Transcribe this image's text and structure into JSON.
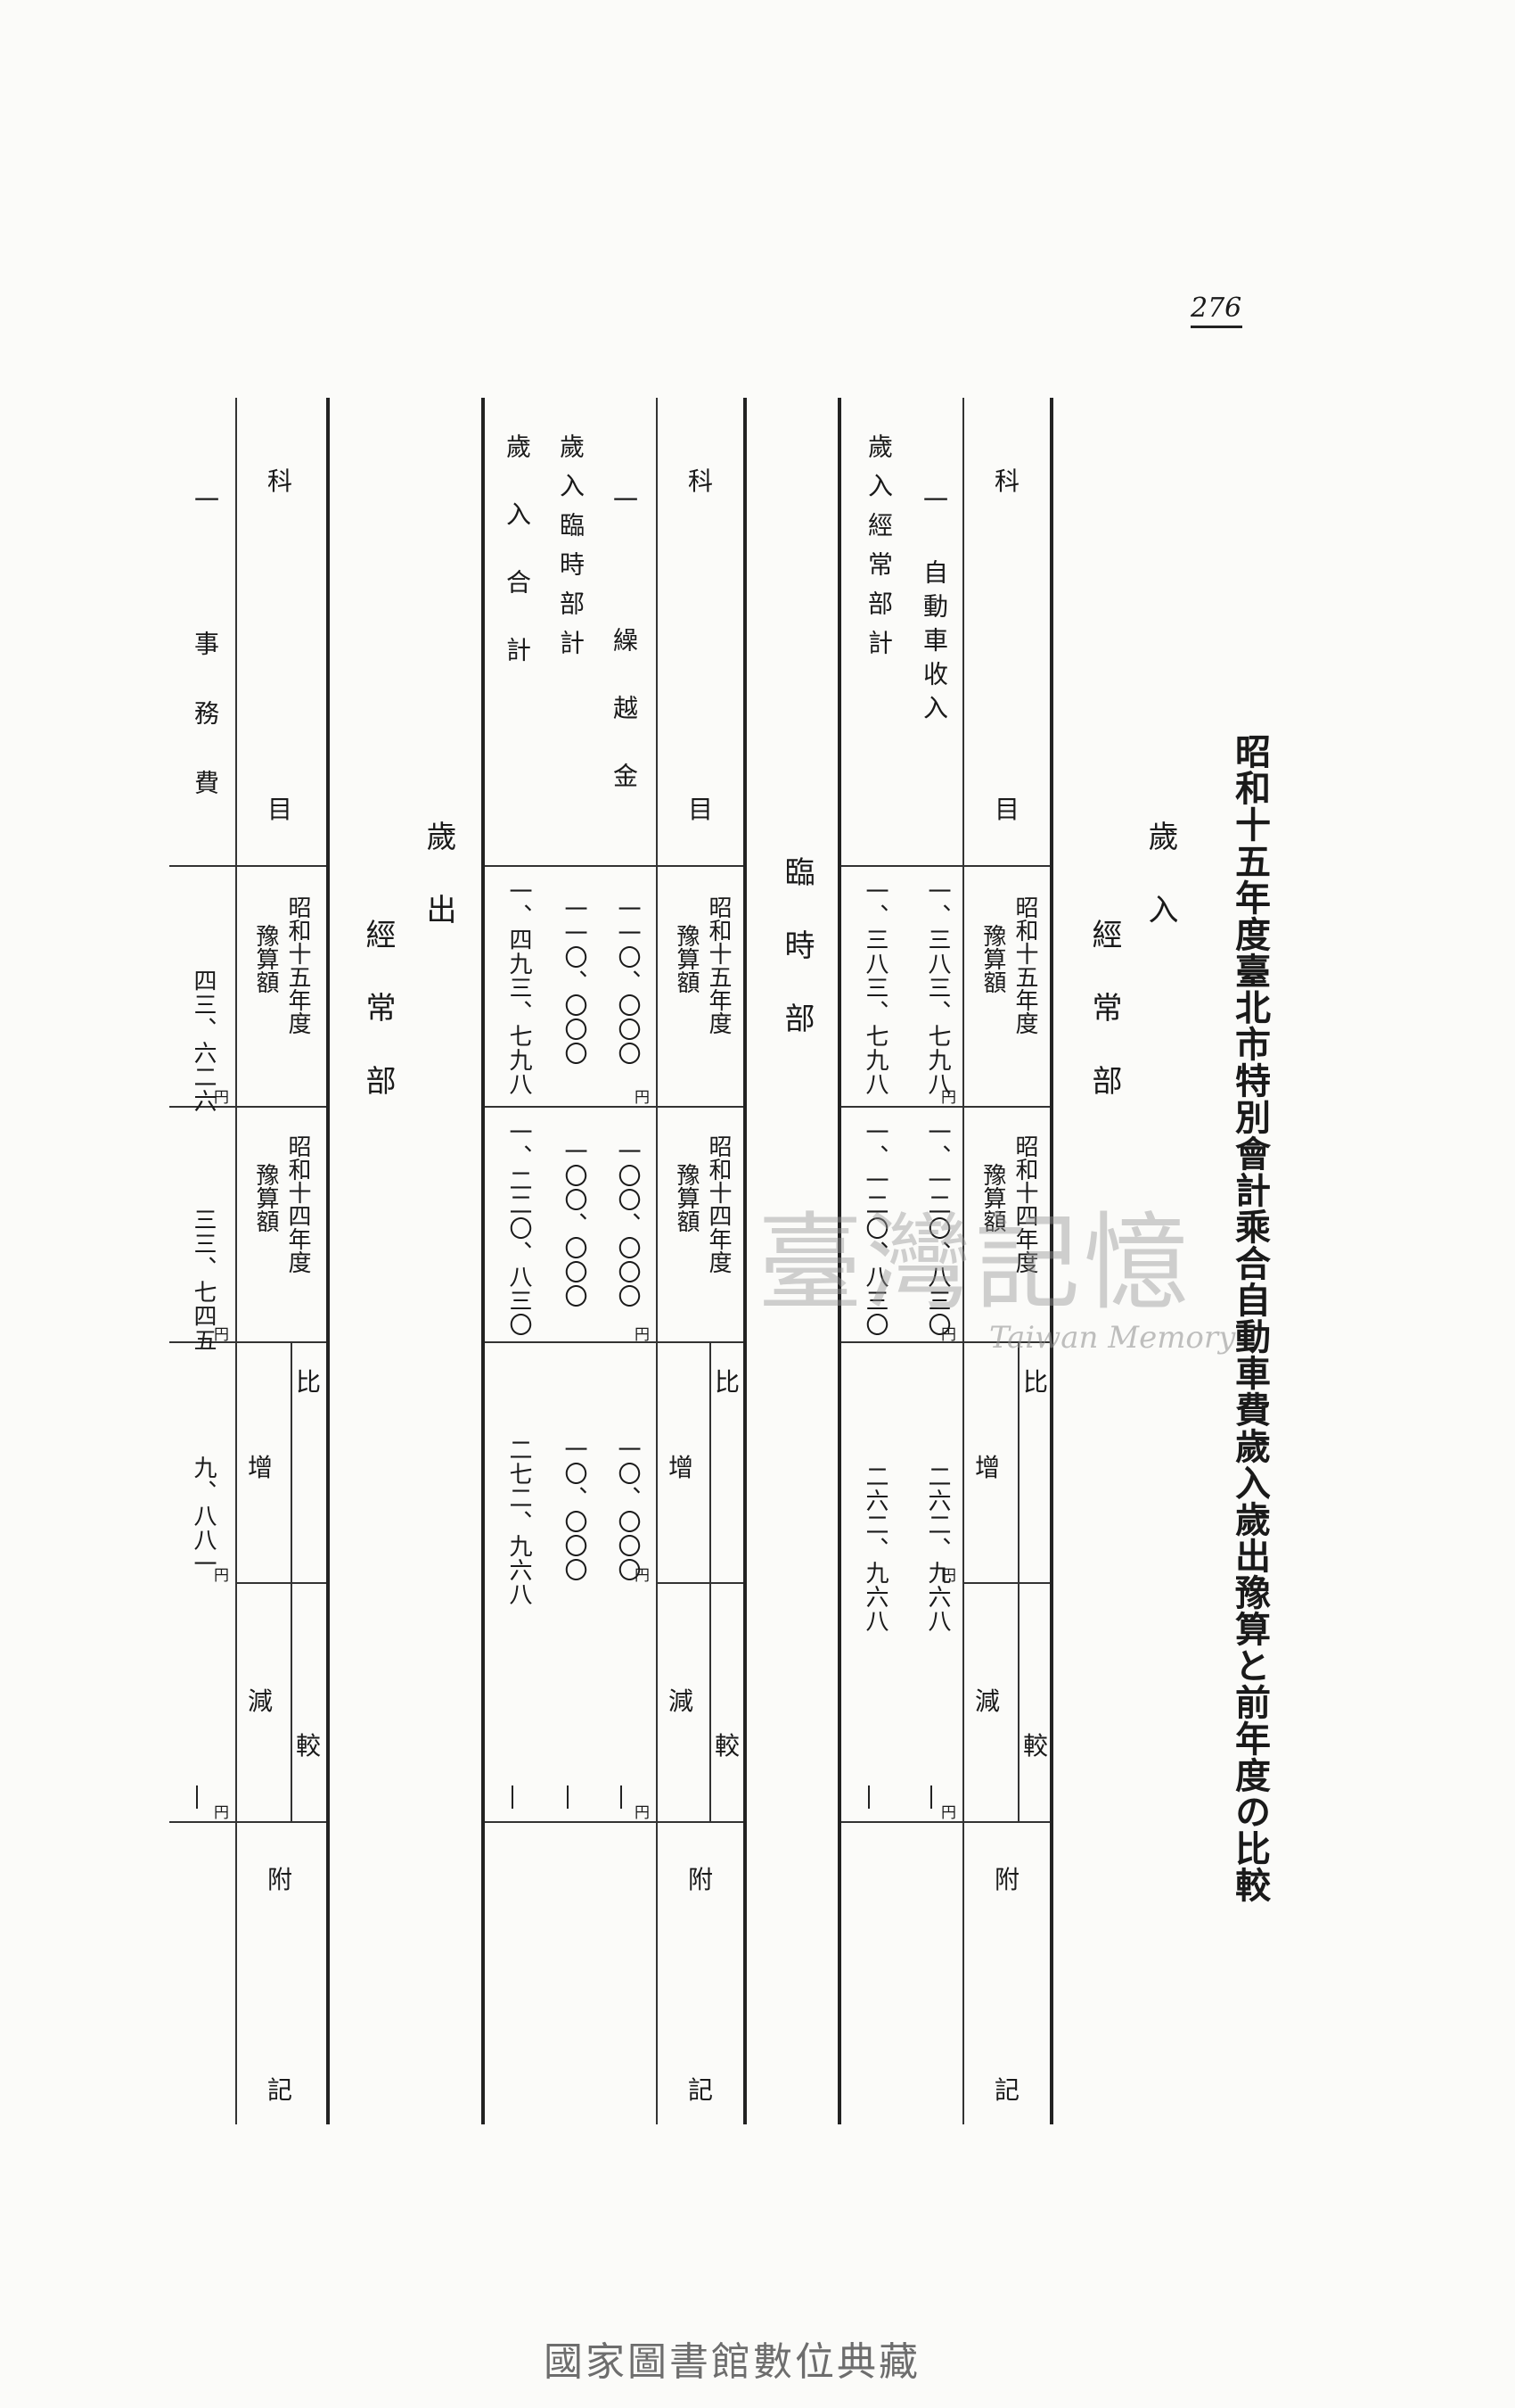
{
  "page_number": "276",
  "title": "昭和十五年度臺北市特別會計乘合自動車費歲入歲出豫算と前年度の比較",
  "labels": {
    "revenue": "歲 入",
    "ordinary": "經 常 部",
    "temporary": "臨 時 部",
    "expenditure": "歲 出"
  },
  "headers": {
    "subject_top": "科",
    "subject_bottom": "目",
    "showa15": "昭和十五年度",
    "showa14": "昭和十四年度",
    "budget_amount": "豫算額",
    "compare_top": "比",
    "compare_bottom": "較",
    "increase": "增",
    "decrease": "減",
    "notes_top": "附",
    "notes_bottom": "記"
  },
  "table_revenue_ordinary": {
    "rows": [
      {
        "subject": "一 自動車收入",
        "showa15": "一、三八三、七九八",
        "showa14": "一、一二〇、八三〇",
        "increase": "二六二、九六八",
        "decrease": "—"
      },
      {
        "subject": "歲入經常部計",
        "showa15": "一、三八三、七九八",
        "showa14": "一、一二〇、八三〇",
        "increase": "二六二、九六八",
        "decrease": "—"
      }
    ]
  },
  "table_revenue_temporary": {
    "rows": [
      {
        "subject": "一 繰越金",
        "showa15": "一一〇、〇〇〇",
        "showa14": "一〇〇、〇〇〇",
        "increase": "一〇、〇〇〇",
        "decrease": "—"
      },
      {
        "subject": "歲入臨時部計",
        "showa15": "一一〇、〇〇〇",
        "showa14": "一〇〇、〇〇〇",
        "increase": "一〇、〇〇〇",
        "decrease": "—"
      },
      {
        "subject": "歲入合計",
        "showa15": "一、四九三、七九八",
        "showa14": "一、二二〇、八三〇",
        "increase": "二七二、九六八",
        "decrease": "—"
      }
    ]
  },
  "table_expenditure_ordinary": {
    "rows": [
      {
        "subject": "一 事務費",
        "showa15": "四三、六二六",
        "showa14": "三三、七四五",
        "increase": "九、八八一",
        "decrease": "—"
      }
    ]
  },
  "yen": "円",
  "watermark": "臺灣記憶",
  "watermark_sub": "Taiwan Memory",
  "footer": "國家圖書館數位典藏"
}
